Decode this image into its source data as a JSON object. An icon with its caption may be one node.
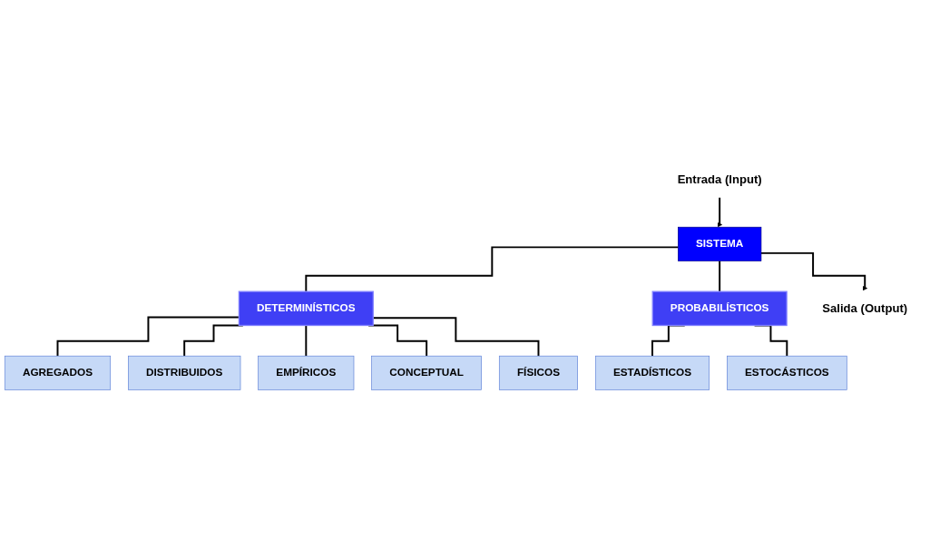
{
  "diagram": {
    "nodes": [
      {
        "text": [
          "Entrada (Input)"
        ]
      },
      {
        "text": [
          "SISTEMA"
        ]
      },
      {
        "text": [
          "Salida (Output)"
        ]
      },
      {
        "text": [
          "DETERMINÍSTICOS"
        ]
      },
      {
        "text": [
          "PROBABILÍSTICOS"
        ]
      },
      {
        "text": [
          "AGREGADOS"
        ]
      },
      {
        "text": [
          "DISTRIBUIDOS"
        ]
      },
      {
        "text": [
          "EMPÍRICOS"
        ]
      },
      {
        "text": [
          "CONCEPTUAL"
        ]
      },
      {
        "text": [
          "FÍSICOS"
        ]
      },
      {
        "text": [
          "ESTADÍSTICOS"
        ]
      },
      {
        "text": [
          "ESTOCÁSTICOS"
        ]
      }
    ],
    "edges": [
      {
        "from": 0,
        "to": 1,
        "arrow": "to"
      },
      {
        "from": 1,
        "to": 2,
        "arrow": "to"
      },
      {
        "from": 1,
        "to": 3,
        "arrow": "none"
      },
      {
        "from": 1,
        "to": 4,
        "arrow": "none"
      },
      {
        "from": 3,
        "to": 5,
        "arrow": "none"
      },
      {
        "from": 3,
        "to": 6,
        "arrow": "none"
      },
      {
        "from": 3,
        "to": 7,
        "arrow": "none"
      },
      {
        "from": 3,
        "to": 8,
        "arrow": "none"
      },
      {
        "from": 3,
        "to": 9,
        "arrow": "none"
      },
      {
        "from": 4,
        "to": 10,
        "arrow": "none"
      },
      {
        "from": 4,
        "to": 11,
        "arrow": "none"
      }
    ]
  }
}
